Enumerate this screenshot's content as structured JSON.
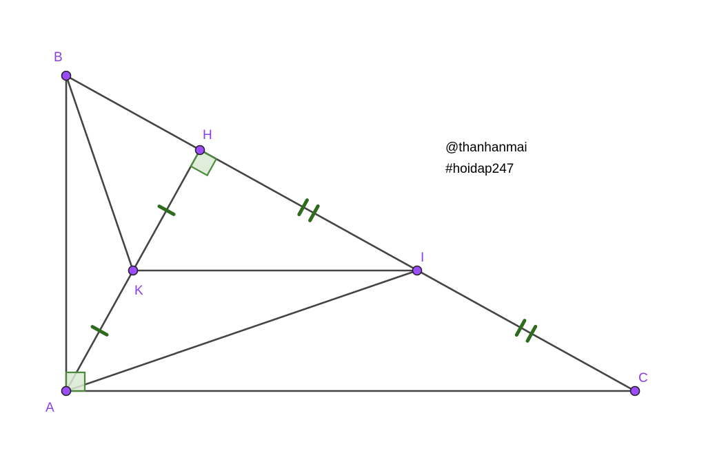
{
  "figure": {
    "colors": {
      "segment": "#444444",
      "point_fill": "#9c4dff",
      "point_stroke": "#222222",
      "label": "#8a3ee6",
      "tick": "#2e6b1f",
      "right_angle_fill": "#d9ead3",
      "right_angle_stroke": "#4a8a3a",
      "watermark": "#000000"
    },
    "points": [
      {
        "id": "A",
        "label": "A"
      },
      {
        "id": "B",
        "label": "B"
      },
      {
        "id": "C",
        "label": "C"
      },
      {
        "id": "H",
        "label": "H"
      },
      {
        "id": "I",
        "label": "I"
      },
      {
        "id": "K",
        "label": "K"
      }
    ],
    "segments": [
      [
        "A",
        "B"
      ],
      [
        "A",
        "C"
      ],
      [
        "B",
        "C"
      ],
      [
        "A",
        "H"
      ],
      [
        "B",
        "K"
      ],
      [
        "K",
        "I"
      ],
      [
        "A",
        "I"
      ]
    ],
    "right_angles": [
      "A",
      "H"
    ],
    "equal_marks": [
      {
        "segment": [
          "K",
          "H"
        ],
        "ticks": 1
      },
      {
        "segment": [
          "A",
          "K"
        ],
        "ticks": 1
      },
      {
        "segment": [
          "H",
          "I"
        ],
        "ticks": 2
      },
      {
        "segment": [
          "I",
          "C"
        ],
        "ticks": 2
      }
    ],
    "watermark": [
      "@thanhanmai",
      "#hoidap247"
    ]
  }
}
